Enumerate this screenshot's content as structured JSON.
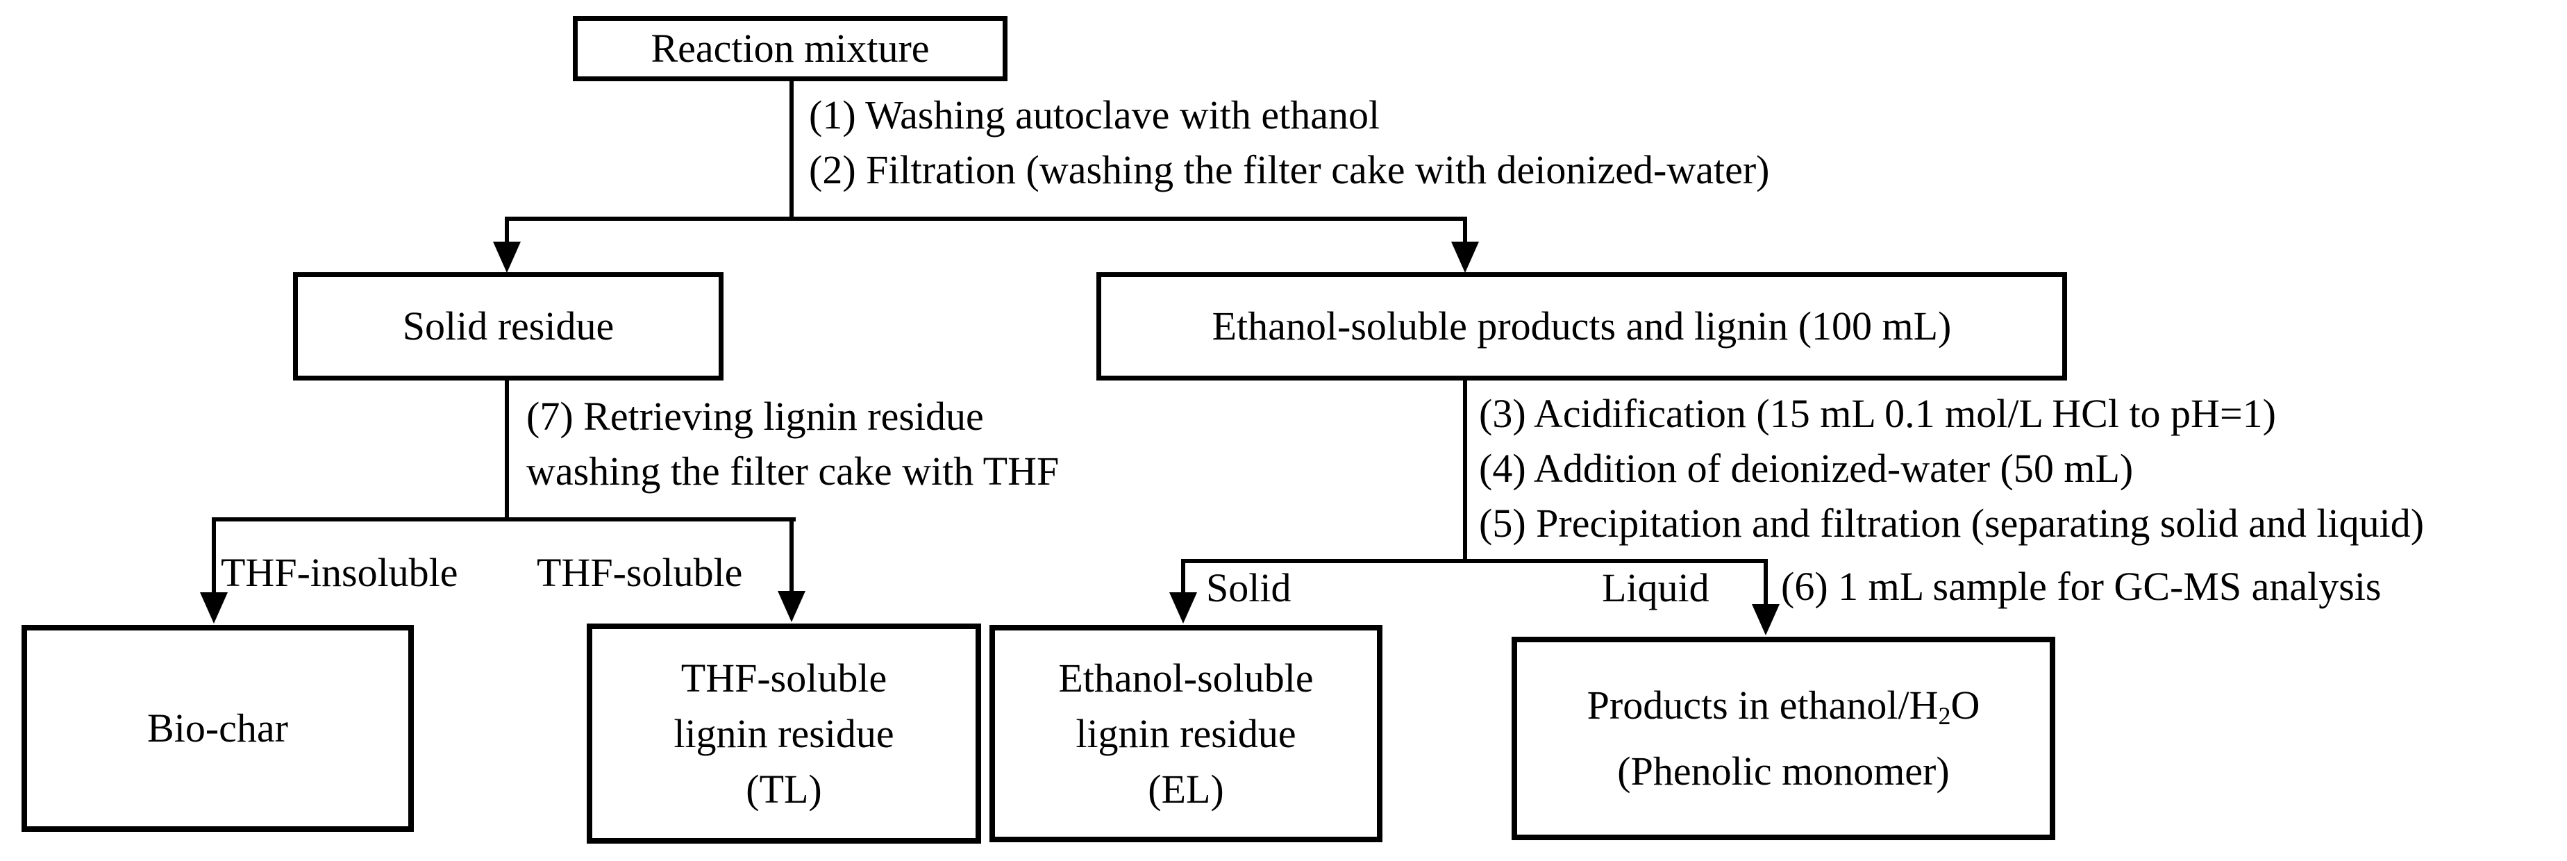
{
  "colors": {
    "line": "#000000",
    "text": "#000000",
    "background": "#ffffff"
  },
  "nodes": {
    "reaction_mixture": {
      "label": "Reaction mixture"
    },
    "solid_residue": {
      "label": "Solid residue"
    },
    "ethanol_soluble": {
      "label": "Ethanol-soluble products and lignin (100 mL)"
    },
    "bio_char": {
      "label": "Bio-char"
    },
    "thf_lignin": {
      "line1": "THF-soluble",
      "line2": "lignin residue",
      "line3": "(TL)"
    },
    "ethanol_lignin": {
      "line1": "Ethanol-soluble",
      "line2": "lignin residue",
      "line3": "(EL)"
    },
    "products": {
      "line1_pre": "Products in ethanol/H",
      "line1_sub": "2",
      "line1_post": "O",
      "line2": "(Phenolic monomer)"
    }
  },
  "process_steps": {
    "step_1": "(1) Washing autoclave with ethanol",
    "step_2": "(2) Filtration (washing the filter cake with deionized-water)",
    "step_3": "(3) Acidification (15 mL 0.1 mol/L HCl to pH=1)",
    "step_4": "(4) Addition of deionized-water (50 mL)",
    "step_5": "(5) Precipitation and filtration (separating solid and liquid)",
    "step_6": "(6) 1 mL sample for GC-MS analysis",
    "step_7_line1": "(7) Retrieving lignin residue",
    "step_7_line2": "washing the filter cake with THF"
  },
  "branch_labels": {
    "thf_insoluble": "THF-insoluble",
    "thf_soluble": "THF-soluble",
    "solid": "Solid",
    "liquid": "Liquid"
  }
}
